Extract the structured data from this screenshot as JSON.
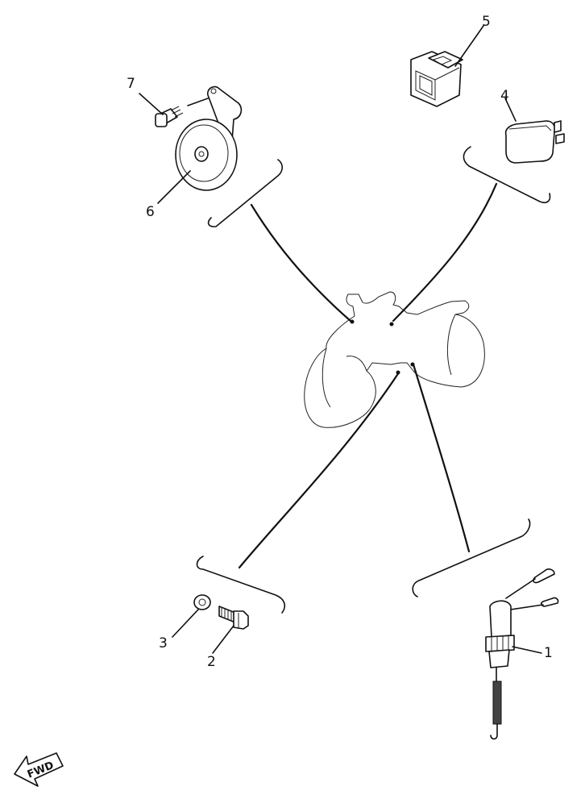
{
  "diagram": {
    "callouts": [
      {
        "id": "1",
        "text": "1"
      },
      {
        "id": "2",
        "text": "2"
      },
      {
        "id": "3",
        "text": "3"
      },
      {
        "id": "4",
        "text": "4"
      },
      {
        "id": "5",
        "text": "5"
      },
      {
        "id": "6",
        "text": "6"
      },
      {
        "id": "7",
        "text": "7"
      }
    ],
    "fwd_label": "FWD"
  }
}
